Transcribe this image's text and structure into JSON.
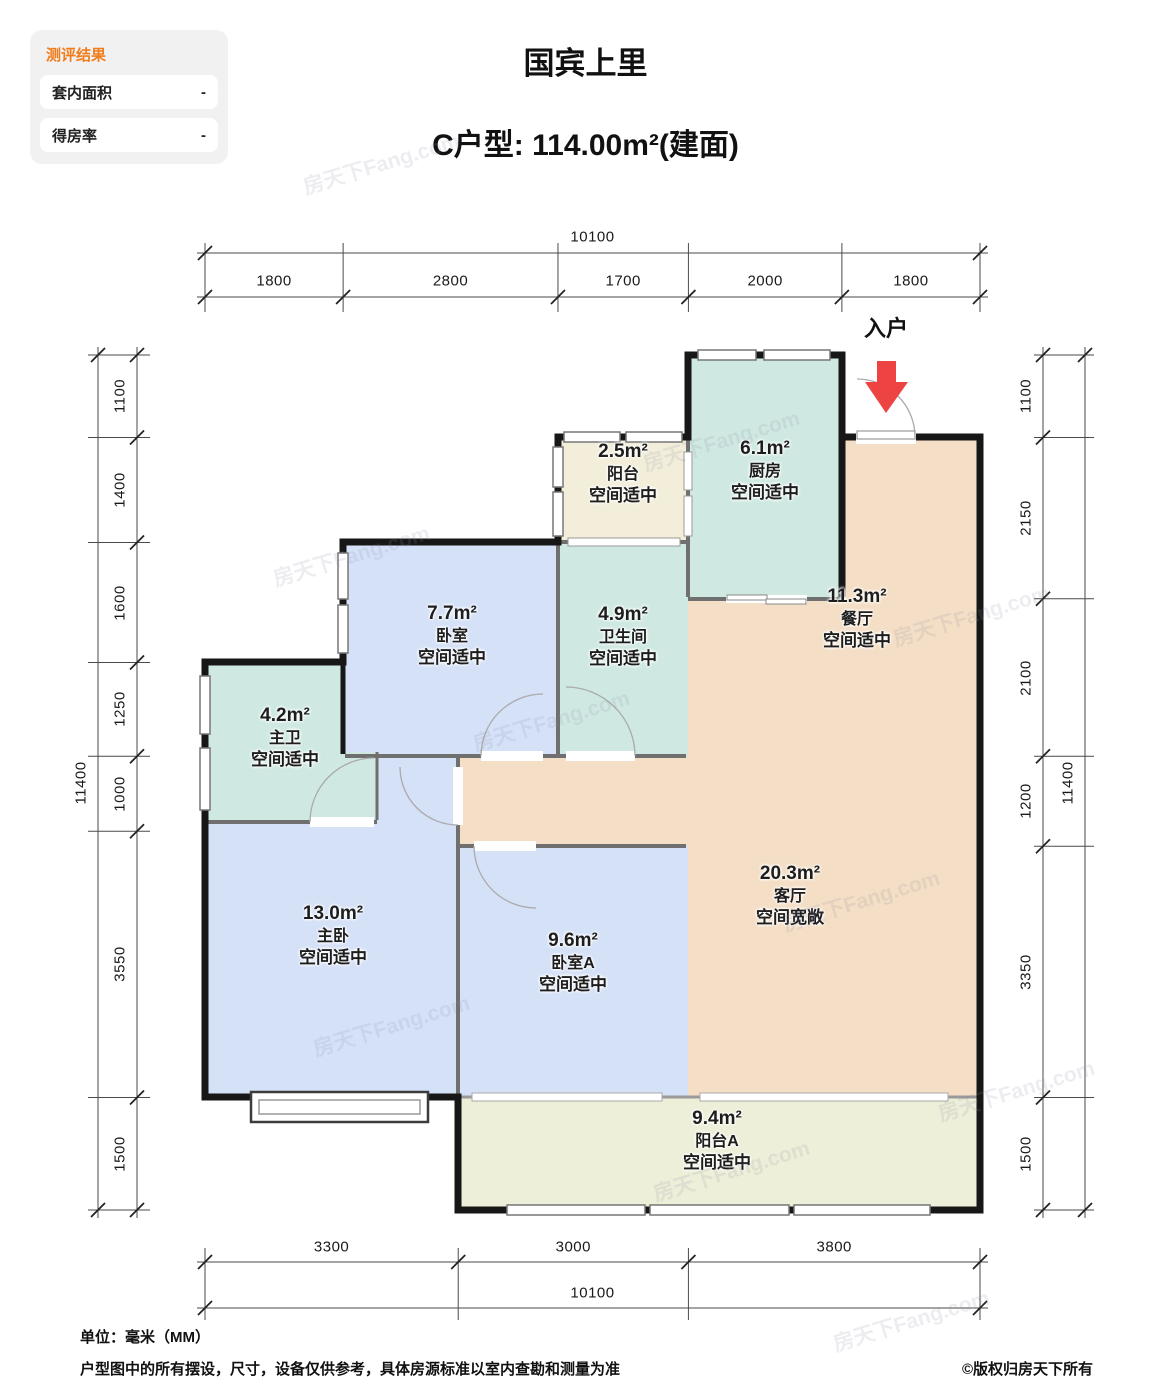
{
  "panel": {
    "title": "测评结果",
    "rows": [
      {
        "label": "套内面积",
        "value": "-"
      },
      {
        "label": "得房率",
        "value": "-"
      }
    ]
  },
  "header": {
    "project_name": "国宾上里",
    "subtitle": "C户型: 114.00m²(建面)"
  },
  "entry": {
    "label": "入户"
  },
  "rooms": [
    {
      "id": "balcony",
      "area": "2.5m²",
      "name": "阳台",
      "assessment": "空间适中",
      "color_key": "cream"
    },
    {
      "id": "kitchen",
      "area": "6.1m²",
      "name": "厨房",
      "assessment": "空间适中",
      "color_key": "teal"
    },
    {
      "id": "dining",
      "area": "11.3m²",
      "name": "餐厅",
      "assessment": "空间适中",
      "color_key": "peach"
    },
    {
      "id": "bedroom",
      "area": "7.7m²",
      "name": "卧室",
      "assessment": "空间适中",
      "color_key": "blue"
    },
    {
      "id": "bath",
      "area": "4.9m²",
      "name": "卫生间",
      "assessment": "空间适中",
      "color_key": "teal"
    },
    {
      "id": "master-bath",
      "area": "4.2m²",
      "name": "主卫",
      "assessment": "空间适中",
      "color_key": "teal"
    },
    {
      "id": "master-bedroom",
      "area": "13.0m²",
      "name": "主卧",
      "assessment": "空间适中",
      "color_key": "blue"
    },
    {
      "id": "bedroom-a",
      "area": "9.6m²",
      "name": "卧室A",
      "assessment": "空间适中",
      "color_key": "blue"
    },
    {
      "id": "living",
      "area": "20.3m²",
      "name": "客厅",
      "assessment": "空间宽敞",
      "color_key": "peach"
    },
    {
      "id": "balcony-a",
      "area": "9.4m²",
      "name": "阳台A",
      "assessment": "空间适中",
      "color_key": "cream2"
    }
  ],
  "colors": {
    "blue": "#d5e1f7",
    "teal": "#cfe9e2",
    "peach": "#f4dec5",
    "cream": "#f2eeda",
    "cream2": "#edefd8",
    "wall": "#171717",
    "interior_wall": "#6f6f6f",
    "arrow_red": "#ee4343",
    "accent_orange": "#f07c1c"
  },
  "dimensions": {
    "top": {
      "total": "10100",
      "segments": [
        "1800",
        "2800",
        "1700",
        "2000",
        "1800"
      ]
    },
    "bottom": {
      "total": "10100",
      "segments": [
        "3300",
        "3000",
        "3800"
      ]
    },
    "left": {
      "total": "11400",
      "segments": [
        "1100",
        "1400",
        "1600",
        "1250",
        "1000",
        "3550",
        "1500"
      ]
    },
    "right": {
      "total": "11400",
      "segments": [
        "1100",
        "2150",
        "2100",
        "1200",
        "3350",
        "1500"
      ]
    }
  },
  "watermark": "房天下Fang.com",
  "footer": {
    "unit_note": "单位：毫米（MM）",
    "disclaimer": "户型图中的所有摆设，尺寸，设备仅供参考，具体房源标准以室内查勘和测量为准",
    "copyright": "©版权归房天下所有"
  }
}
